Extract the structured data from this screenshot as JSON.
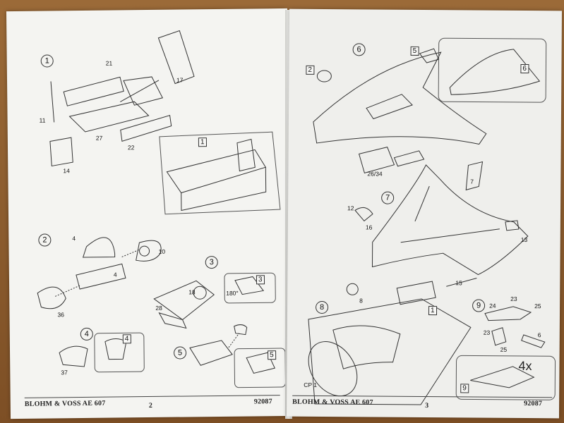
{
  "left_page": {
    "footer_title": "BLOHM & VOSS AE 607",
    "page_number": "2",
    "kit_number": "92087",
    "steps": [
      "1",
      "2",
      "3",
      "4",
      "5"
    ],
    "boxed_refs": [
      "1",
      "3",
      "4",
      "5"
    ],
    "part_labels": {
      "p21": "21",
      "p17": "17",
      "p11": "11",
      "p27": "27",
      "p14": "14",
      "p22": "22",
      "p4a": "4",
      "p10": "10",
      "p4b": "4",
      "p36": "36",
      "p18": "18",
      "p28": "28",
      "p180": "180°",
      "p37": "37"
    }
  },
  "right_page": {
    "footer_title": "BLOHM & VOSS AE 607",
    "page_number": "3",
    "kit_number": "92087",
    "steps": [
      "6",
      "7",
      "8",
      "9"
    ],
    "boxed_refs": [
      "2",
      "5",
      "6",
      "1",
      "9"
    ],
    "part_labels": {
      "p2634": "26/34",
      "p12": "12",
      "p16": "16",
      "p7": "7",
      "p13": "13",
      "p15": "15",
      "p8": "8",
      "pcp1": "CP 1",
      "p24": "24",
      "p23a": "23",
      "p25a": "25",
      "p23b": "23",
      "p6": "6",
      "p25b": "25"
    },
    "multiplier": "4x"
  }
}
